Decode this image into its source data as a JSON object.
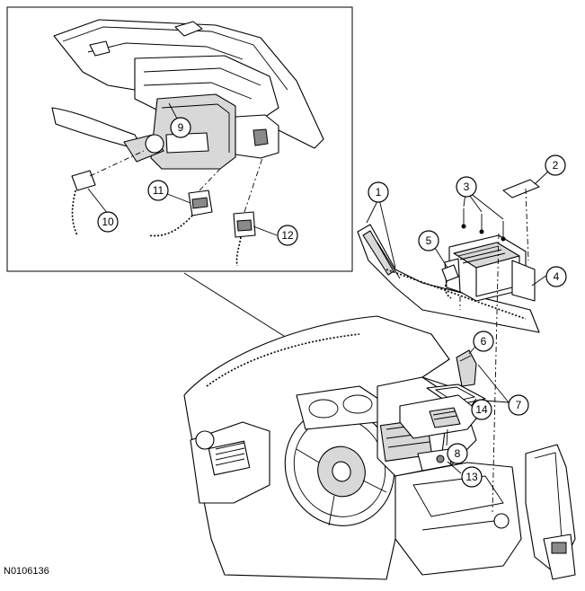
{
  "figure_id": "N0106136",
  "callouts": [
    "1",
    "2",
    "3",
    "4",
    "5",
    "6",
    "7",
    "8",
    "9",
    "10",
    "11",
    "12",
    "13",
    "14"
  ]
}
